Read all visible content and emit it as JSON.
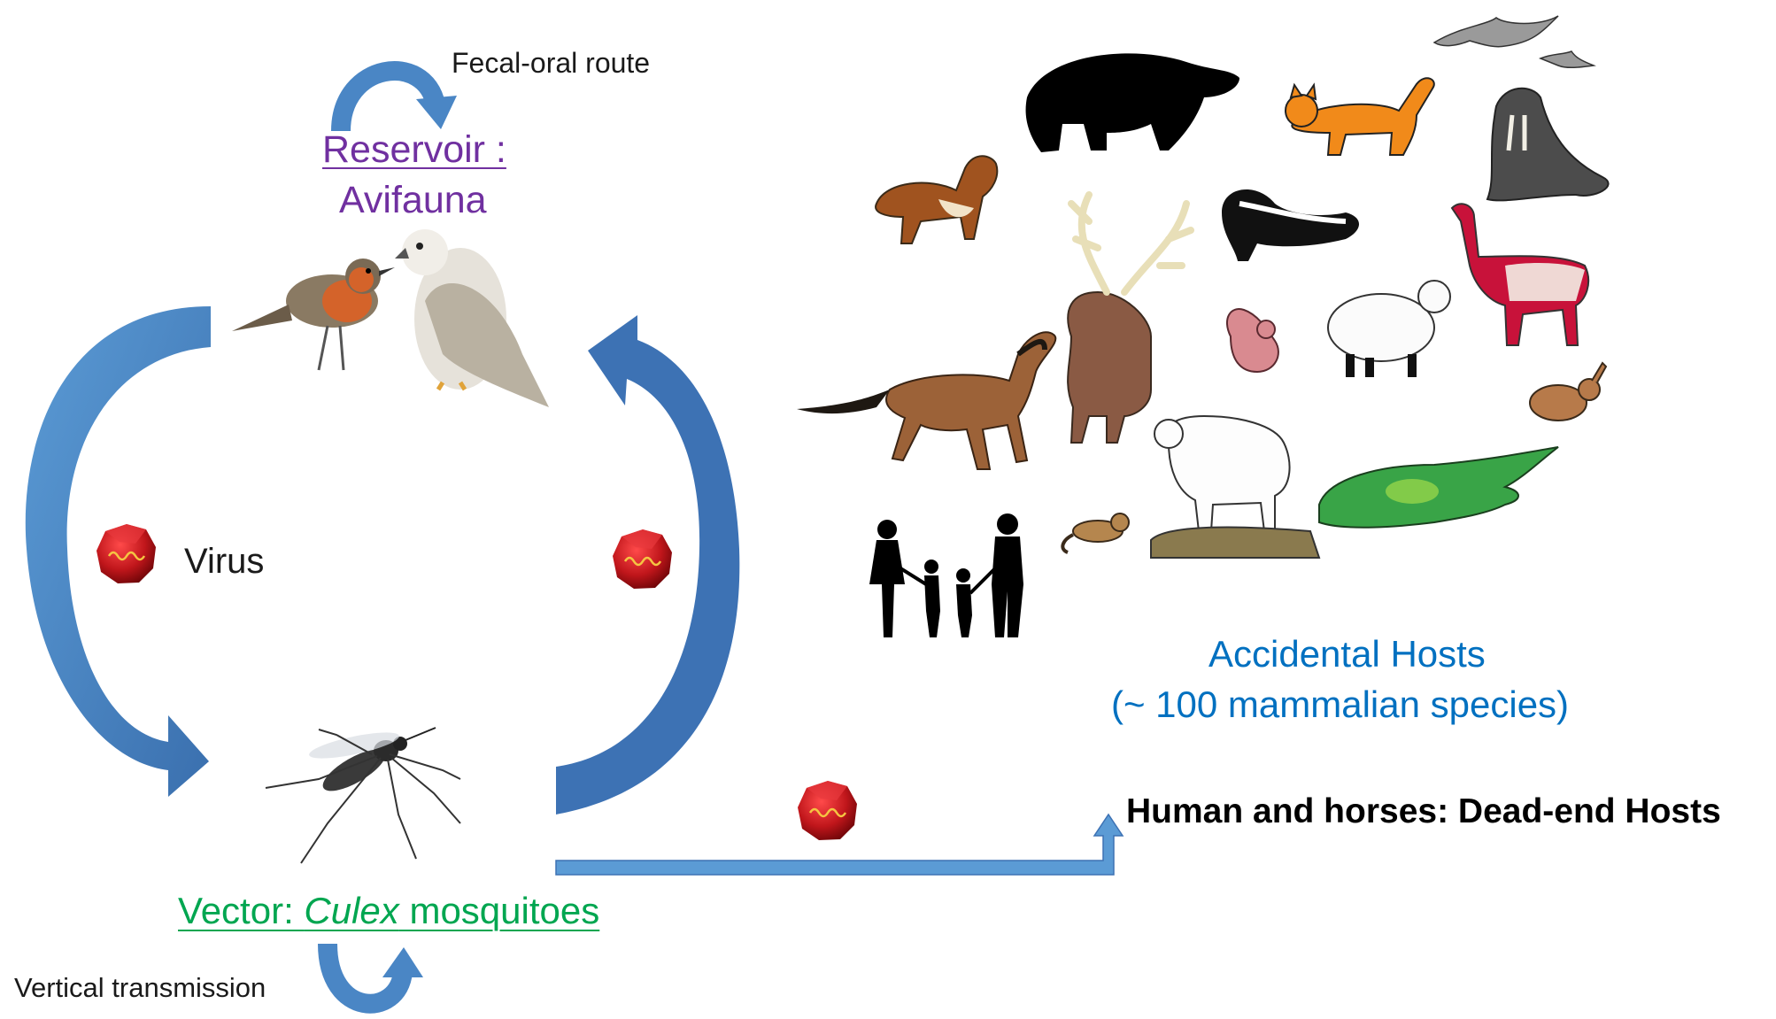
{
  "reservoir": {
    "line1": "Reservoir :",
    "line2": "Avifauna",
    "color": "#7030a0"
  },
  "fecal_oral": "Fecal-oral route",
  "virus_label": "Virus",
  "vector": {
    "prefix": "Vector: ",
    "genus": "Culex",
    "suffix": " mosquitoes",
    "color": "#00a650"
  },
  "vertical_transmission": "Vertical transmission",
  "accidental_hosts": {
    "line1": "Accidental Hosts",
    "line2": "(~ 100 mammalian species)",
    "color": "#0070c0"
  },
  "dead_end_hosts": "Human and horses: Dead-end Hosts",
  "arrow_color": "#4a86c5",
  "arrow_dark": "#2e5f96",
  "virus_color": "#c0161b",
  "animals": [
    "robin-icon",
    "falcon-icon",
    "mosquito-icon",
    "bear-icon",
    "dog-icon",
    "cat-icon",
    "bat-icon",
    "walrus-icon",
    "skunk-icon",
    "reindeer-icon",
    "llama-icon",
    "sheep-icon",
    "squirrel-icon",
    "rabbit-icon",
    "horse-icon",
    "human-family-icon",
    "mountain-goat-icon",
    "chipmunk-icon",
    "crocodile-icon"
  ]
}
